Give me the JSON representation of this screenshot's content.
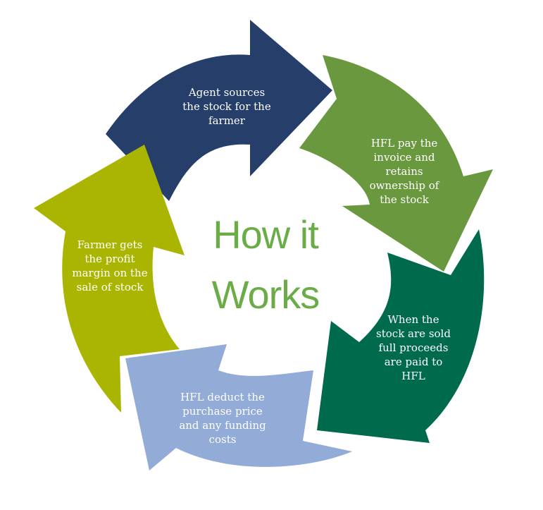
{
  "title": {
    "lines": [
      "How it",
      "Works"
    ],
    "color": "#6aac46"
  },
  "steps": [
    {
      "id": "agent-sources",
      "color": "#263f6a",
      "lines": [
        "Agent sources",
        "the stock for the",
        "farmer"
      ]
    },
    {
      "id": "hfl-pay-invoice",
      "color": "#6a983e",
      "lines": [
        "HFL pay the",
        "invoice and",
        "retains",
        "ownership of",
        "the stock"
      ]
    },
    {
      "id": "stock-sold",
      "color": "#006a4c",
      "lines": [
        "When the",
        "stock are sold",
        "full proceeds",
        "are paid to",
        "HFL"
      ]
    },
    {
      "id": "hfl-deduct",
      "color": "#93acd7",
      "lines": [
        "HFL deduct the",
        "purchase price",
        "and any funding",
        "costs"
      ]
    },
    {
      "id": "farmer-profit",
      "color": "#a9b500",
      "lines": [
        "Farmer gets",
        "the profit",
        "margin on the",
        "sale of stock"
      ]
    }
  ]
}
